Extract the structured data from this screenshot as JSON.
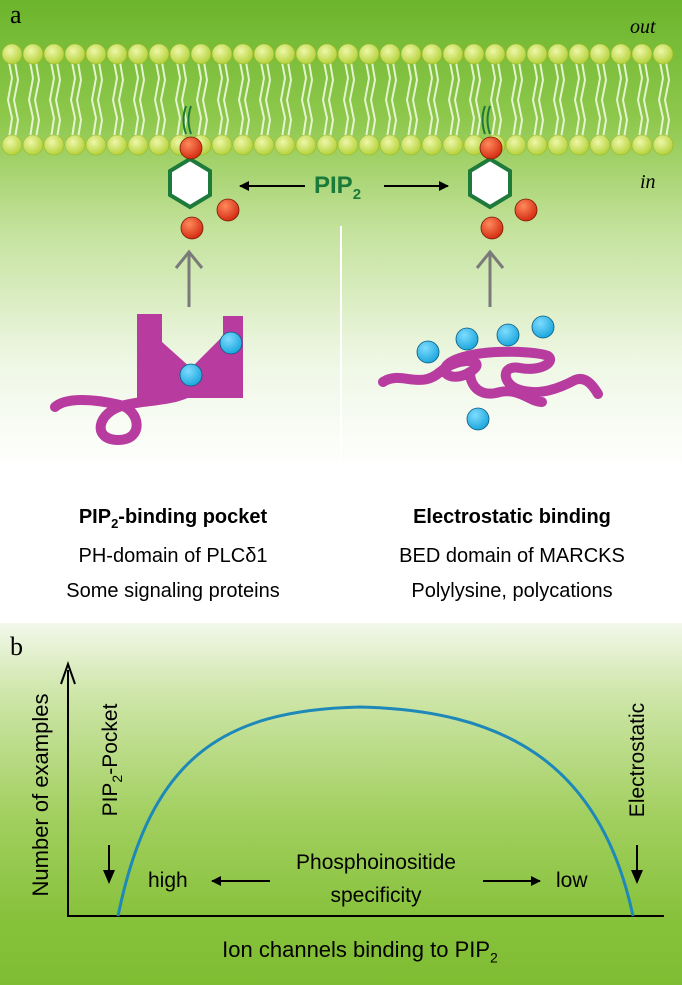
{
  "panel_a": {
    "label": "a",
    "side_out": "out",
    "side_in": "in",
    "pip2": "PIP",
    "pip2_sub": "2",
    "left": {
      "title_pre": "PIP",
      "title_sub": "2",
      "title_post": "-binding pocket",
      "line1": "PH-domain of PLCδ1",
      "line2": "Some signaling proteins"
    },
    "right": {
      "title": "Electrostatic binding",
      "line1": "BED domain of MARCKS",
      "line2": "Polylysine, polycations"
    }
  },
  "panel_b": {
    "label": "b",
    "y_axis": "Number of examples",
    "x_axis_pre": "Ion channels binding to PIP",
    "x_axis_sub": "2",
    "left_tag_pre": "PIP",
    "left_tag_sub": "2",
    "left_tag_post": "-Pocket",
    "right_tag": "Electrostatic",
    "high": "high",
    "low": "low",
    "spec1": "Phosphoinositide",
    "spec2": "specificity"
  },
  "colors": {
    "lipid_head": "#c8e05a",
    "inositol_ring": "#1e7a3a",
    "phosphate": "#e8401c",
    "basic_residue": "#25b4e8",
    "protein": "#b83ca0",
    "pip2_text": "#1a7a3a"
  }
}
